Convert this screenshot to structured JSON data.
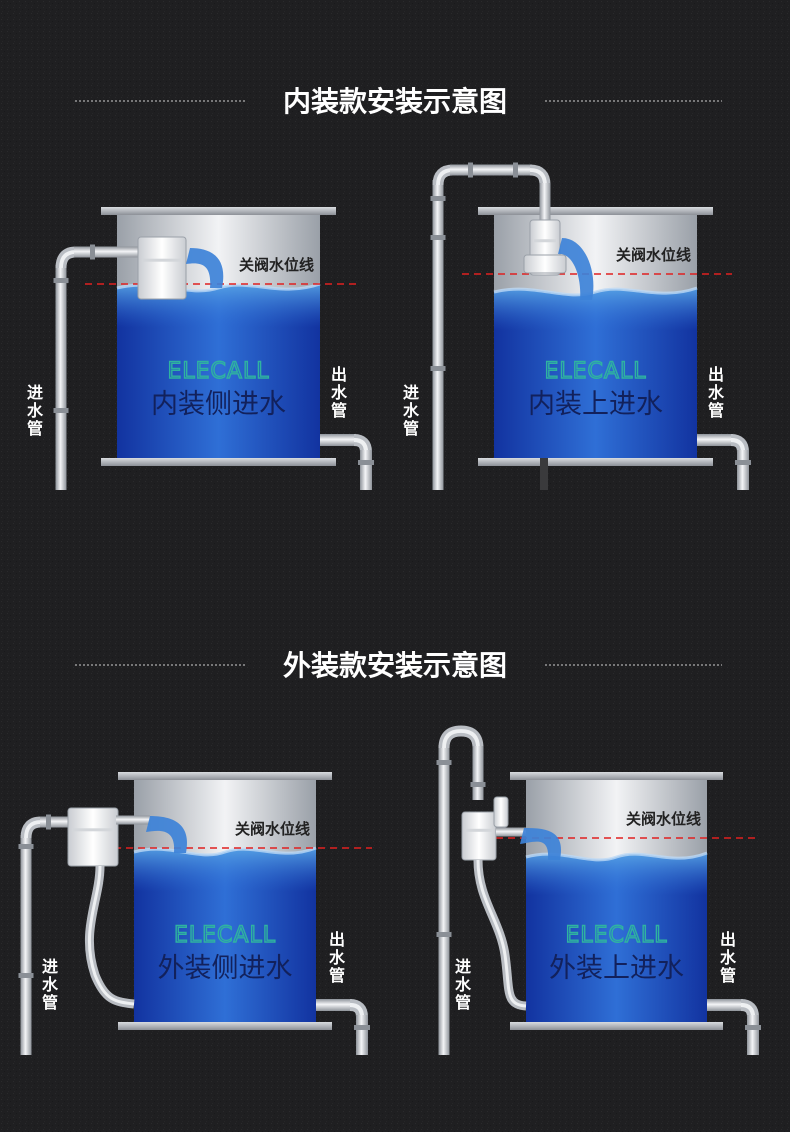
{
  "sections": [
    {
      "title": "内装款安装示意图",
      "diagrams": [
        {
          "caption": "内装侧进水",
          "brand": "ELECALL",
          "level_label": "关阀水位线",
          "inlet_label": [
            "进",
            "水",
            "管"
          ],
          "outlet_label": [
            "出",
            "水",
            "管"
          ]
        },
        {
          "caption": "内装上进水",
          "brand": "ELECALL",
          "level_label": "关阀水位线",
          "inlet_label": [
            "进",
            "水",
            "管"
          ],
          "outlet_label": [
            "出",
            "水",
            "管"
          ]
        }
      ]
    },
    {
      "title": "外装款安装示意图",
      "diagrams": [
        {
          "caption": "外装侧进水",
          "brand": "ELECALL",
          "level_label": "关阀水位线",
          "inlet_label": [
            "进",
            "水",
            "管"
          ],
          "outlet_label": [
            "出",
            "水",
            "管"
          ]
        },
        {
          "caption": "外装上进水",
          "brand": "ELECALL",
          "level_label": "关阀水位线",
          "inlet_label": [
            "进",
            "水",
            "管"
          ],
          "outlet_label": [
            "出",
            "水",
            "管"
          ]
        }
      ]
    }
  ],
  "colors": {
    "background": "#1f1f21",
    "water": "#1e48b4",
    "water_light": "#4c9be0",
    "pipe": "#c8ccd2",
    "level_line": "#e02020",
    "brand": "#2fb3a0"
  }
}
